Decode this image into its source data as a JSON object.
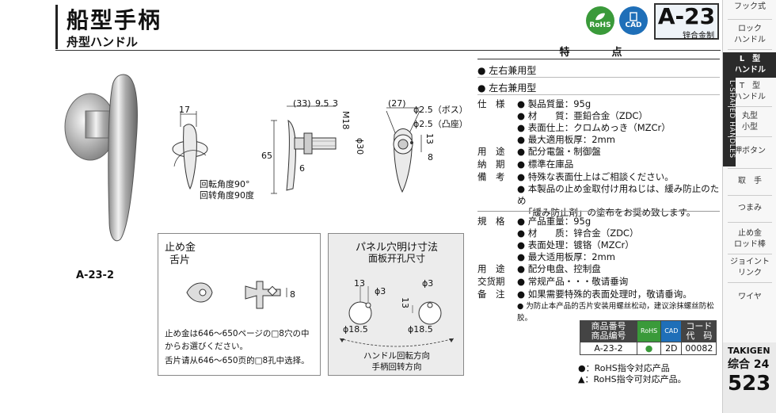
{
  "header": {
    "title": "船型手柄",
    "subtitle": "舟型ハンドル",
    "rohs_label": "RoHS",
    "cad_label": "CAD",
    "model_code": "A-23",
    "material": "锌合金制"
  },
  "sidebar": {
    "items": [
      {
        "label": "フック式"
      },
      {
        "label": "ロック\nハンドル"
      },
      {
        "label": "L　型\nハンドル"
      },
      {
        "label": "T　型\nハンドル"
      },
      {
        "label": "丸型\n小型"
      },
      {
        "label": "押ボタン"
      },
      {
        "label": "取　手"
      },
      {
        "label": "つまみ"
      },
      {
        "label": "止め金\nロッド棒"
      },
      {
        "label": "ジョイント\nリンク"
      },
      {
        "label": "ワイヤ"
      }
    ],
    "vertical_label": "L-SHAPED HANDLES",
    "brand": "TAKIGEN",
    "section": "综合 24",
    "page": "523"
  },
  "product": {
    "model_name": "A-23-2"
  },
  "drawing": {
    "dims_front": [
      "17",
      "65"
    ],
    "rotation_jp": "回転角度90°",
    "rotation_cn": "回转角度90度",
    "dims_side": [
      "(33)",
      "9.5",
      "3",
      "M18",
      "ϕ30",
      "6"
    ],
    "dims_back": [
      "(27)",
      "ϕ2.5（ボス）",
      "ϕ2.5（凸座）",
      "13",
      "8"
    ]
  },
  "stopper": {
    "title_jp": "止め金",
    "title_cn": "舌片",
    "dim": "8",
    "note_jp": "止め金は646～650ページの□8穴の中からお選びください。",
    "note_cn": "舌片请从646～650页的□8孔中选择。"
  },
  "panel": {
    "title_jp": "パネル穴明け寸法",
    "title_cn": "面板开孔尺寸",
    "dims": [
      "13",
      "ϕ3",
      "ϕ18.5",
      "13",
      "ϕ3",
      "ϕ18.5"
    ],
    "rot_jp": "ハンドル回転方向",
    "rot_cn": "手柄回转方向"
  },
  "features": {
    "heading": "特　点",
    "items": [
      "● 左右兼用型",
      "● 左右兼用型"
    ]
  },
  "specs_jp": [
    {
      "label": "仕　様",
      "values": [
        "● 製品質量：95g",
        "● 材　　質：亜鉛合金（ZDC）",
        "● 表面仕上：クロムめっき（MZCr）",
        "● 最大適用板厚：2mm"
      ]
    },
    {
      "label": "用　途",
      "values": [
        "● 配分電盤・制御盤"
      ]
    },
    {
      "label": "納　期",
      "values": [
        "● 標準在庫品"
      ]
    },
    {
      "label": "備　考",
      "values": [
        "● 特殊な表面仕上はご相談ください。",
        "● 本製品の止め金取付け用ねじは、緩み防止のため",
        "「緩み防止剤」の塗布をお奨め致します。"
      ]
    }
  ],
  "specs_cn": [
    {
      "label": "規　格",
      "values": [
        "● 产品重量：95g",
        "● 材　　质：锌合金（ZDC）",
        "● 表面处理：镀铬（MZCr）",
        "● 最大适用板厚：2mm"
      ]
    },
    {
      "label": "用　途",
      "values": [
        "● 配分电盘、控制盘"
      ]
    },
    {
      "label": "交货期",
      "values": [
        "● 常规产品・・・敬请垂询"
      ]
    },
    {
      "label": "备　注",
      "values": [
        "● 如果需要特殊的表面处理时，敬请垂询。",
        "● 为防止本产品的舌片安装用螺丝松动，建议涂抹螺丝防松胶。"
      ]
    }
  ],
  "product_table": {
    "headers": [
      "商品番号\n商品编号",
      "RoHS",
      "CAD",
      "コード\n代　码"
    ],
    "row": [
      "A-23-2",
      "●",
      "2D",
      "00082"
    ]
  },
  "legend": [
    "●：RoHS指令対応产品",
    "▲：RoHS指令可対応产品。"
  ],
  "colors": {
    "rohs": "#3a9a3a",
    "cad": "#1f6fb8",
    "sidebar_active": "#2b2b2b"
  }
}
